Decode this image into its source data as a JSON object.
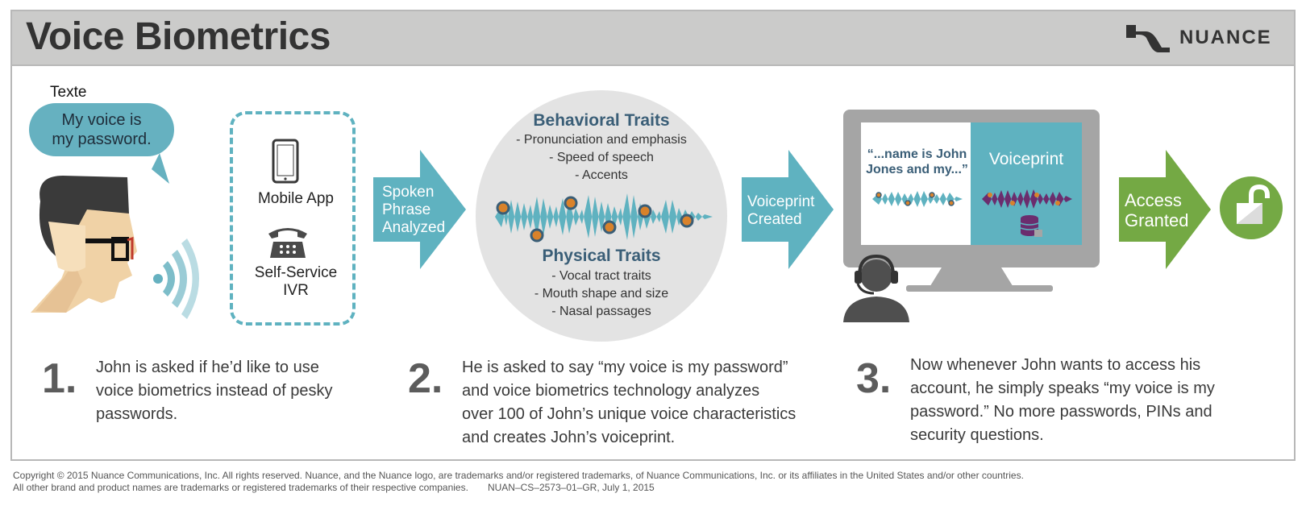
{
  "header": {
    "title": "Voice Biometrics",
    "logo_text": "NUANCE"
  },
  "speaker": {
    "caption": "Texte",
    "bubble_line1": "My voice is",
    "bubble_line2": "my password."
  },
  "channels": {
    "mobile_app": "Mobile App",
    "ivr_line1": "Self-Service",
    "ivr_line2": "IVR"
  },
  "arrows": {
    "spoken": [
      "Spoken",
      "Phrase",
      "Analyzed"
    ],
    "voiceprint": [
      "Voiceprint",
      "Created"
    ],
    "access": [
      "Access",
      "Granted"
    ]
  },
  "traits": {
    "behavioral_title": "Behavioral Traits",
    "behavioral_items": [
      "- Pronunciation and emphasis",
      "- Speed of speech",
      "- Accents"
    ],
    "physical_title": "Physical Traits",
    "physical_items": [
      "- Vocal tract traits",
      "- Mouth shape and size",
      "- Nasal passages"
    ]
  },
  "monitor": {
    "quote_line1": "“...name is John",
    "quote_line2": "Jones and my...”",
    "voiceprint_label": "Voiceprint"
  },
  "steps": [
    {
      "number": "1.",
      "lines": [
        "John is asked if he’d like to use",
        "voice biometrics instead of pesky",
        "passwords."
      ]
    },
    {
      "number": "2.",
      "lines": [
        "He is asked to say “my voice is my password”",
        "and voice biometrics technology analyzes",
        "over 100 of John’s unique voice characteristics",
        "and creates John’s voiceprint."
      ]
    },
    {
      "number": "3.",
      "lines": [
        "Now whenever John wants to access his",
        "account, he simply speaks “my voice is my",
        "password.” No more passwords, PINs and",
        "security questions."
      ]
    }
  ],
  "footer": {
    "line1": "Copyright © 2015 Nuance Communications, Inc. All rights reserved. Nuance, and the Nuance logo, are trademarks and/or registered trademarks, of Nuance Communications, Inc. or its affiliates in the United States and/or other countries.",
    "line2": "All other brand and product names are trademarks or registered trademarks of their respective companies.",
    "ref": "NUAN–CS–2573–01–GR, July 1, 2015"
  },
  "colors": {
    "teal": "#5fb2c0",
    "green": "#74a944",
    "navy": "#3a5e77",
    "purple": "#6b2d6e",
    "orange": "#d9822b"
  },
  "icons": [
    "nuance-logo-icon",
    "person-speaking-icon",
    "sound-waves-icon",
    "mobile-phone-icon",
    "telephone-icon",
    "waveform-icon",
    "monitor-icon",
    "agent-headset-icon",
    "database-icon",
    "unlock-icon"
  ]
}
